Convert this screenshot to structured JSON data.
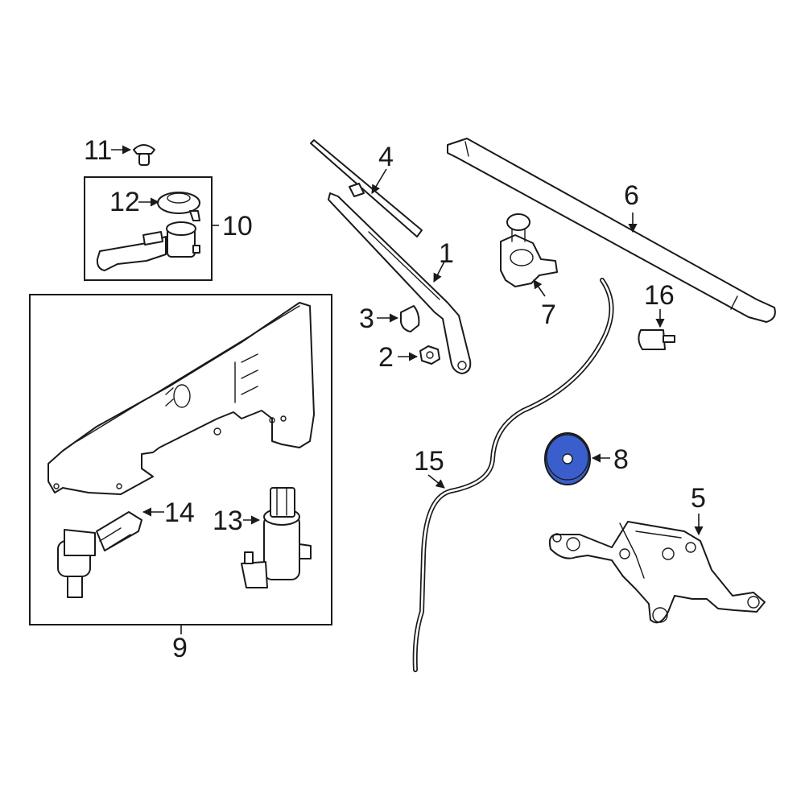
{
  "highlight_color": "#3A5FCD",
  "callouts": {
    "c1": "1",
    "c2": "2",
    "c3": "3",
    "c4": "4",
    "c5": "5",
    "c6": "6",
    "c7": "7",
    "c8": "8",
    "c9": "9",
    "c10": "10",
    "c11": "11",
    "c12": "12",
    "c13": "13",
    "c14": "14",
    "c15": "15",
    "c16": "16"
  }
}
